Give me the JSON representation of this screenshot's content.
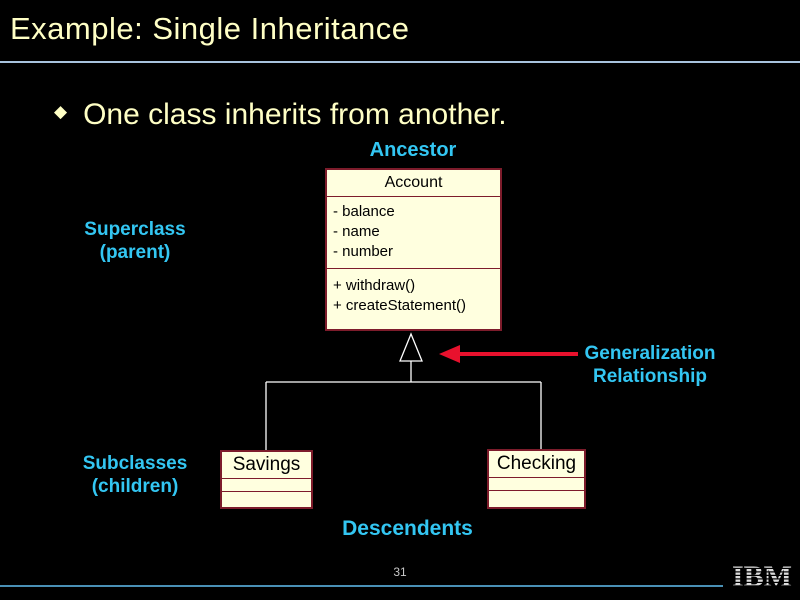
{
  "slide": {
    "title": "Example: Single Inheritance",
    "bullet_glyph": "◆",
    "bullet_text": "One class inherits from another.",
    "page_number": "31",
    "logo_text": "IBM"
  },
  "labels": {
    "ancestor": "Ancestor",
    "superclass": {
      "line1": "Superclass",
      "line2": "(parent)"
    },
    "subclasses": {
      "line1": "Subclasses",
      "line2": "(children)"
    },
    "generalization": {
      "line1": "Generalization",
      "line2": "Relationship"
    },
    "descendents": "Descendents"
  },
  "uml": {
    "parent": {
      "name": "Account",
      "attributes": [
        "- balance",
        "- name",
        "- number"
      ],
      "operations": [
        "+ withdraw()",
        "+ createStatement()"
      ]
    },
    "children": [
      {
        "name": "Savings"
      },
      {
        "name": "Checking"
      }
    ]
  },
  "colors": {
    "background": "#000000",
    "title_text": "#ffffc5",
    "accent_cyan": "#33c6f2",
    "box_fill": "#ffffdf",
    "box_border": "#7d1c2b",
    "wire": "#ffffff",
    "arrow_red": "#e8112d",
    "rule_top": "#a8c3de",
    "rule_bottom": "#4a90b5",
    "page_text": "#c8c8c8",
    "logo_color": "#dcdcdc"
  }
}
